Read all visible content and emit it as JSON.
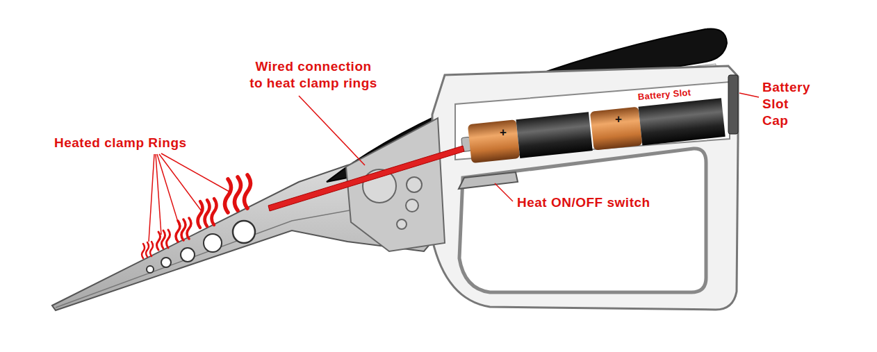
{
  "diagram": {
    "labels": [
      "Wired connection to heat clamp rings",
      "Heated clamp Rings",
      "Battery Slot",
      "+",
      "+",
      "Battery Slot Cap",
      "Heat ON/OFF switch"
    ]
  }
}
